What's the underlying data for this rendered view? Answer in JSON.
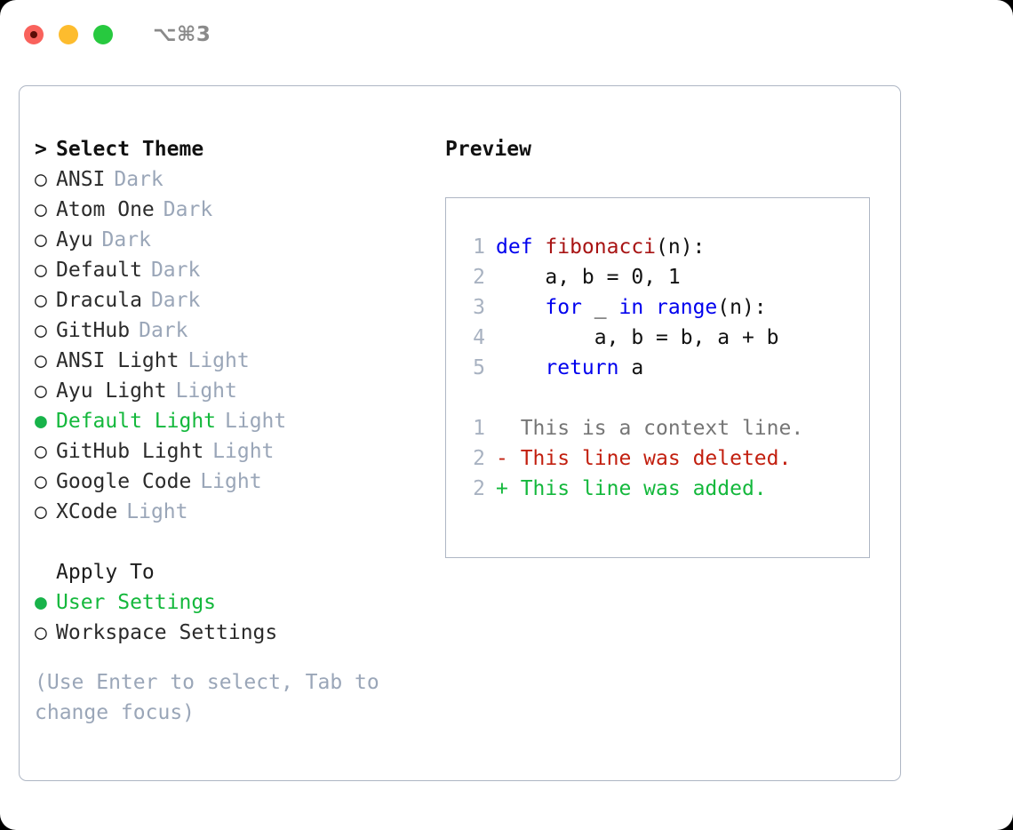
{
  "titlebar": {
    "shortcut": "⌥⌘3",
    "buttons": [
      {
        "name": "close",
        "color": "#f9625c"
      },
      {
        "name": "minimize",
        "color": "#fdbc2e"
      },
      {
        "name": "zoom",
        "color": "#27c93f"
      }
    ]
  },
  "theme_list": {
    "header_prompt": ">",
    "header_label": "Select Theme",
    "bullet_unselected": "○",
    "bullet_selected": "●",
    "items": [
      {
        "name": "ANSI",
        "variant": "Dark",
        "selected": false
      },
      {
        "name": "Atom One",
        "variant": "Dark",
        "selected": false
      },
      {
        "name": "Ayu",
        "variant": "Dark",
        "selected": false
      },
      {
        "name": "Default",
        "variant": "Dark",
        "selected": false
      },
      {
        "name": "Dracula",
        "variant": "Dark",
        "selected": false
      },
      {
        "name": "GitHub",
        "variant": "Dark",
        "selected": false
      },
      {
        "name": "ANSI Light",
        "variant": "Light",
        "selected": false
      },
      {
        "name": "Ayu Light",
        "variant": "Light",
        "selected": false
      },
      {
        "name": "Default Light",
        "variant": "Light",
        "selected": true
      },
      {
        "name": "GitHub Light",
        "variant": "Light",
        "selected": false
      },
      {
        "name": "Google Code",
        "variant": "Light",
        "selected": false
      },
      {
        "name": "XCode",
        "variant": "Light",
        "selected": false
      }
    ]
  },
  "apply_to": {
    "header_label": "Apply To",
    "items": [
      {
        "label": "User Settings",
        "selected": true
      },
      {
        "label": "Workspace Settings",
        "selected": false
      }
    ]
  },
  "hint": "(Use Enter to select, Tab to change focus)",
  "preview": {
    "title": "Preview",
    "code_lines": [
      {
        "lineno": "1",
        "spans": [
          {
            "text": "def ",
            "kind": "keyword"
          },
          {
            "text": "fibonacci",
            "kind": "function"
          },
          {
            "text": "(n):",
            "kind": "plain"
          }
        ]
      },
      {
        "lineno": "2",
        "spans": [
          {
            "text": "    a, b = 0, 1",
            "kind": "plain"
          }
        ]
      },
      {
        "lineno": "3",
        "spans": [
          {
            "text": "    ",
            "kind": "plain"
          },
          {
            "text": "for",
            "kind": "keyword"
          },
          {
            "text": " _ ",
            "kind": "plain"
          },
          {
            "text": "in range",
            "kind": "keyword"
          },
          {
            "text": "(n):",
            "kind": "plain"
          }
        ]
      },
      {
        "lineno": "4",
        "spans": [
          {
            "text": "        a, b = b, a + b",
            "kind": "plain"
          }
        ]
      },
      {
        "lineno": "5",
        "spans": [
          {
            "text": "    ",
            "kind": "plain"
          },
          {
            "text": "return",
            "kind": "keyword"
          },
          {
            "text": " a",
            "kind": "plain"
          }
        ]
      }
    ],
    "diff_lines": [
      {
        "lineno": "1",
        "marker": " ",
        "text": " This is a context line.",
        "kind": "context"
      },
      {
        "lineno": "2",
        "marker": "-",
        "text": " This line was deleted.",
        "kind": "deleted"
      },
      {
        "lineno": "2",
        "marker": "+",
        "text": " This line was added.",
        "kind": "added"
      }
    ]
  },
  "colors": {
    "accent_green": "#14b83c",
    "muted": "#9aa6b8",
    "keyword_blue": "#0000ee",
    "function_red": "#a81414",
    "diff_deleted": "#c21f0f",
    "diff_added": "#14b83c",
    "border": "#aeb6c4"
  }
}
